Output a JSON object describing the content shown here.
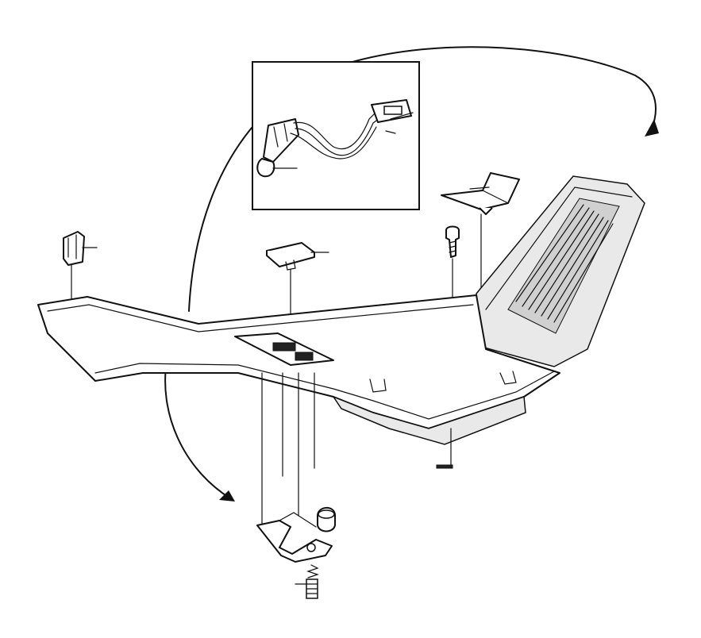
{
  "diagram": {
    "type": "exploded-parts-diagram",
    "background": "#ffffff",
    "line_color": "#111111",
    "parts": [
      "lamp-socket-with-wire-harness",
      "clip-left",
      "switch-plate-center",
      "screw",
      "cover-plate-right",
      "console-panel",
      "bracket",
      "nut",
      "spring",
      "bolt"
    ]
  }
}
